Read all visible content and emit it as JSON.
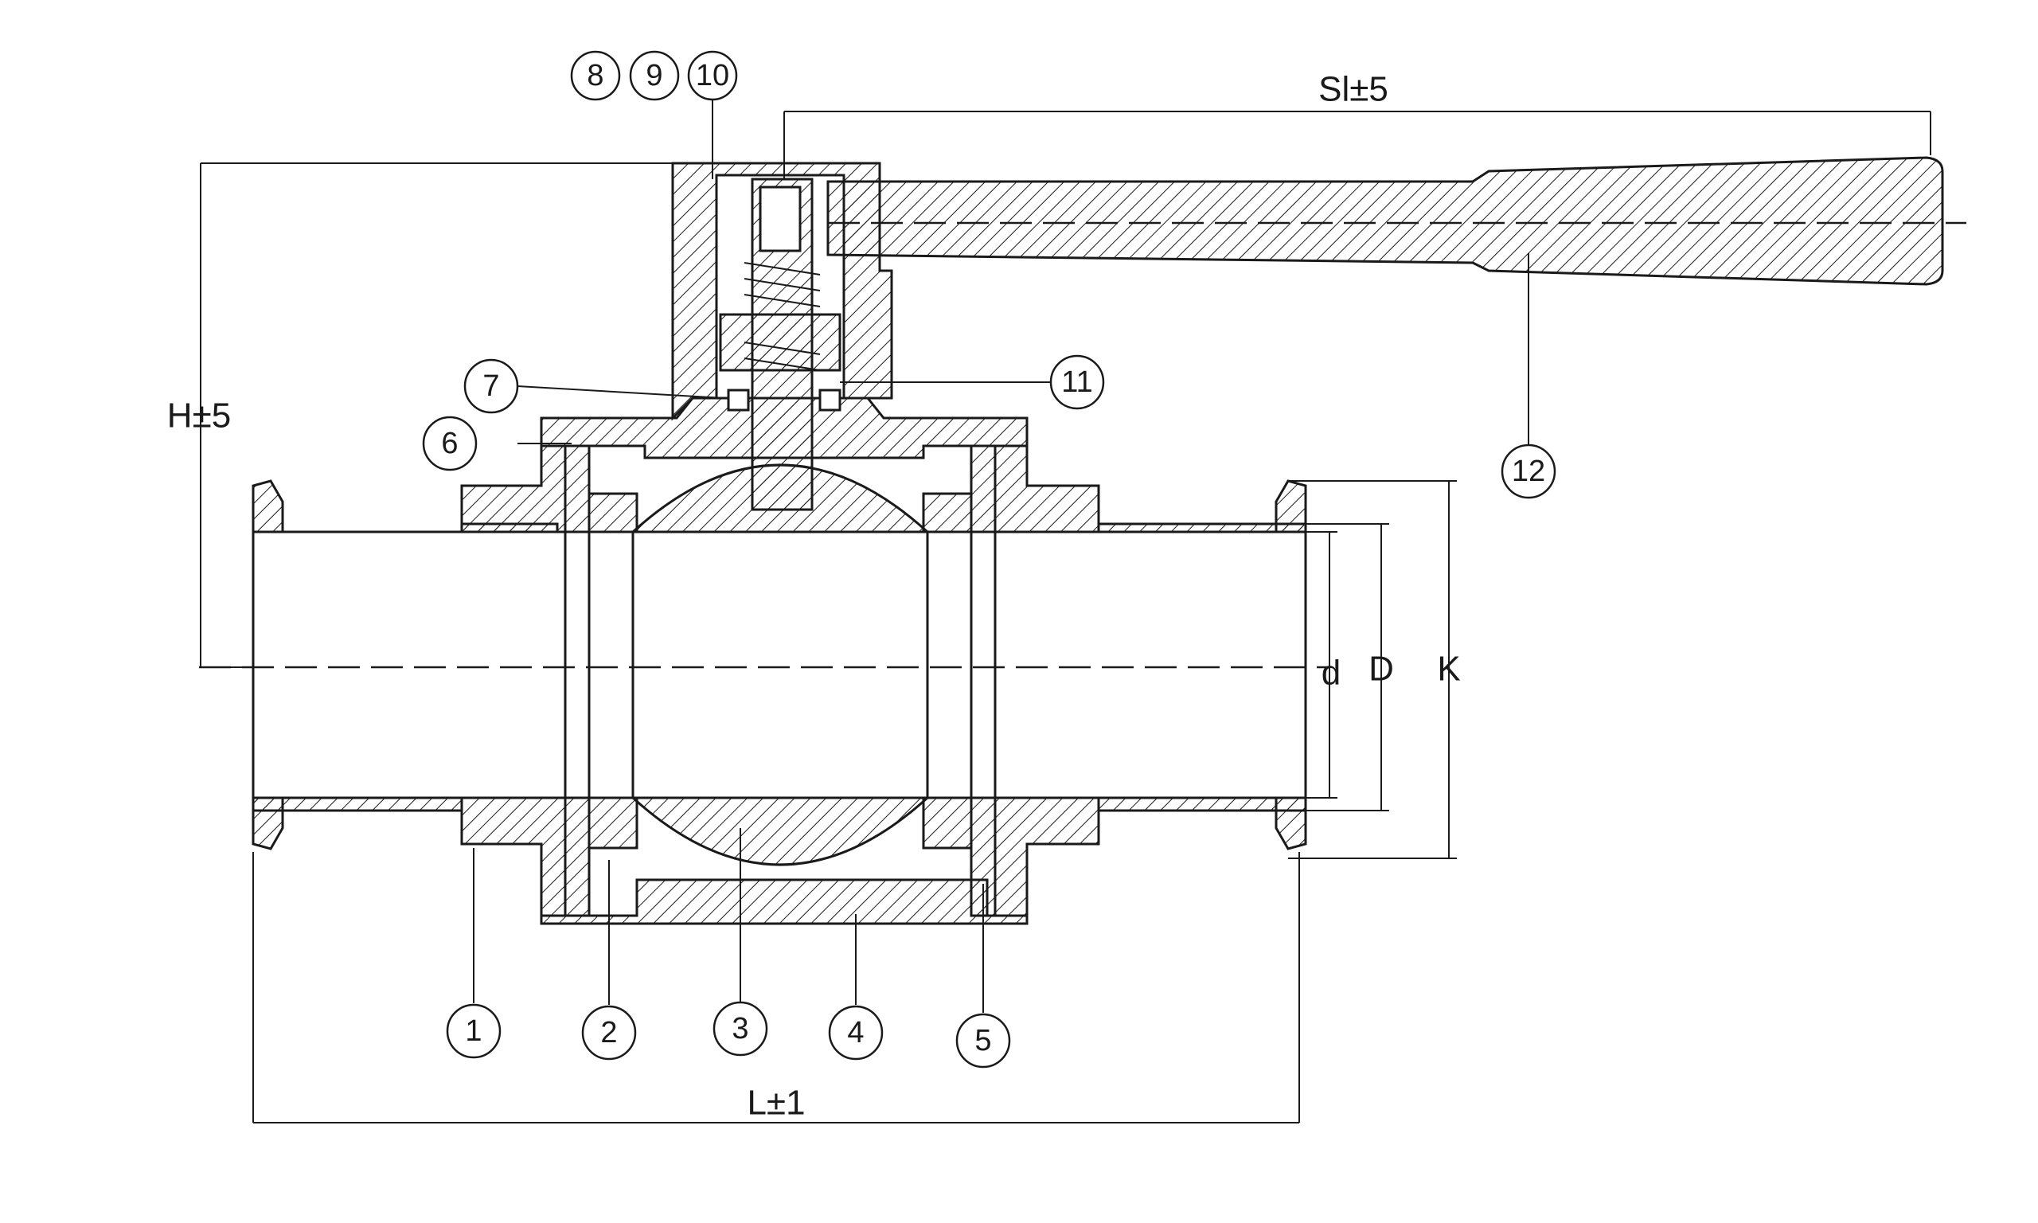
{
  "dimensions": {
    "sl": "Sl±5",
    "h": "H±5",
    "l": "L±1",
    "d": "d",
    "D": "D",
    "k": "K"
  },
  "balloons": [
    "1",
    "2",
    "3",
    "4",
    "5",
    "6",
    "7",
    "8",
    "9",
    "10",
    "11",
    "12"
  ],
  "colors": {
    "line": "#1a1a1a",
    "background": "#ffffff"
  }
}
